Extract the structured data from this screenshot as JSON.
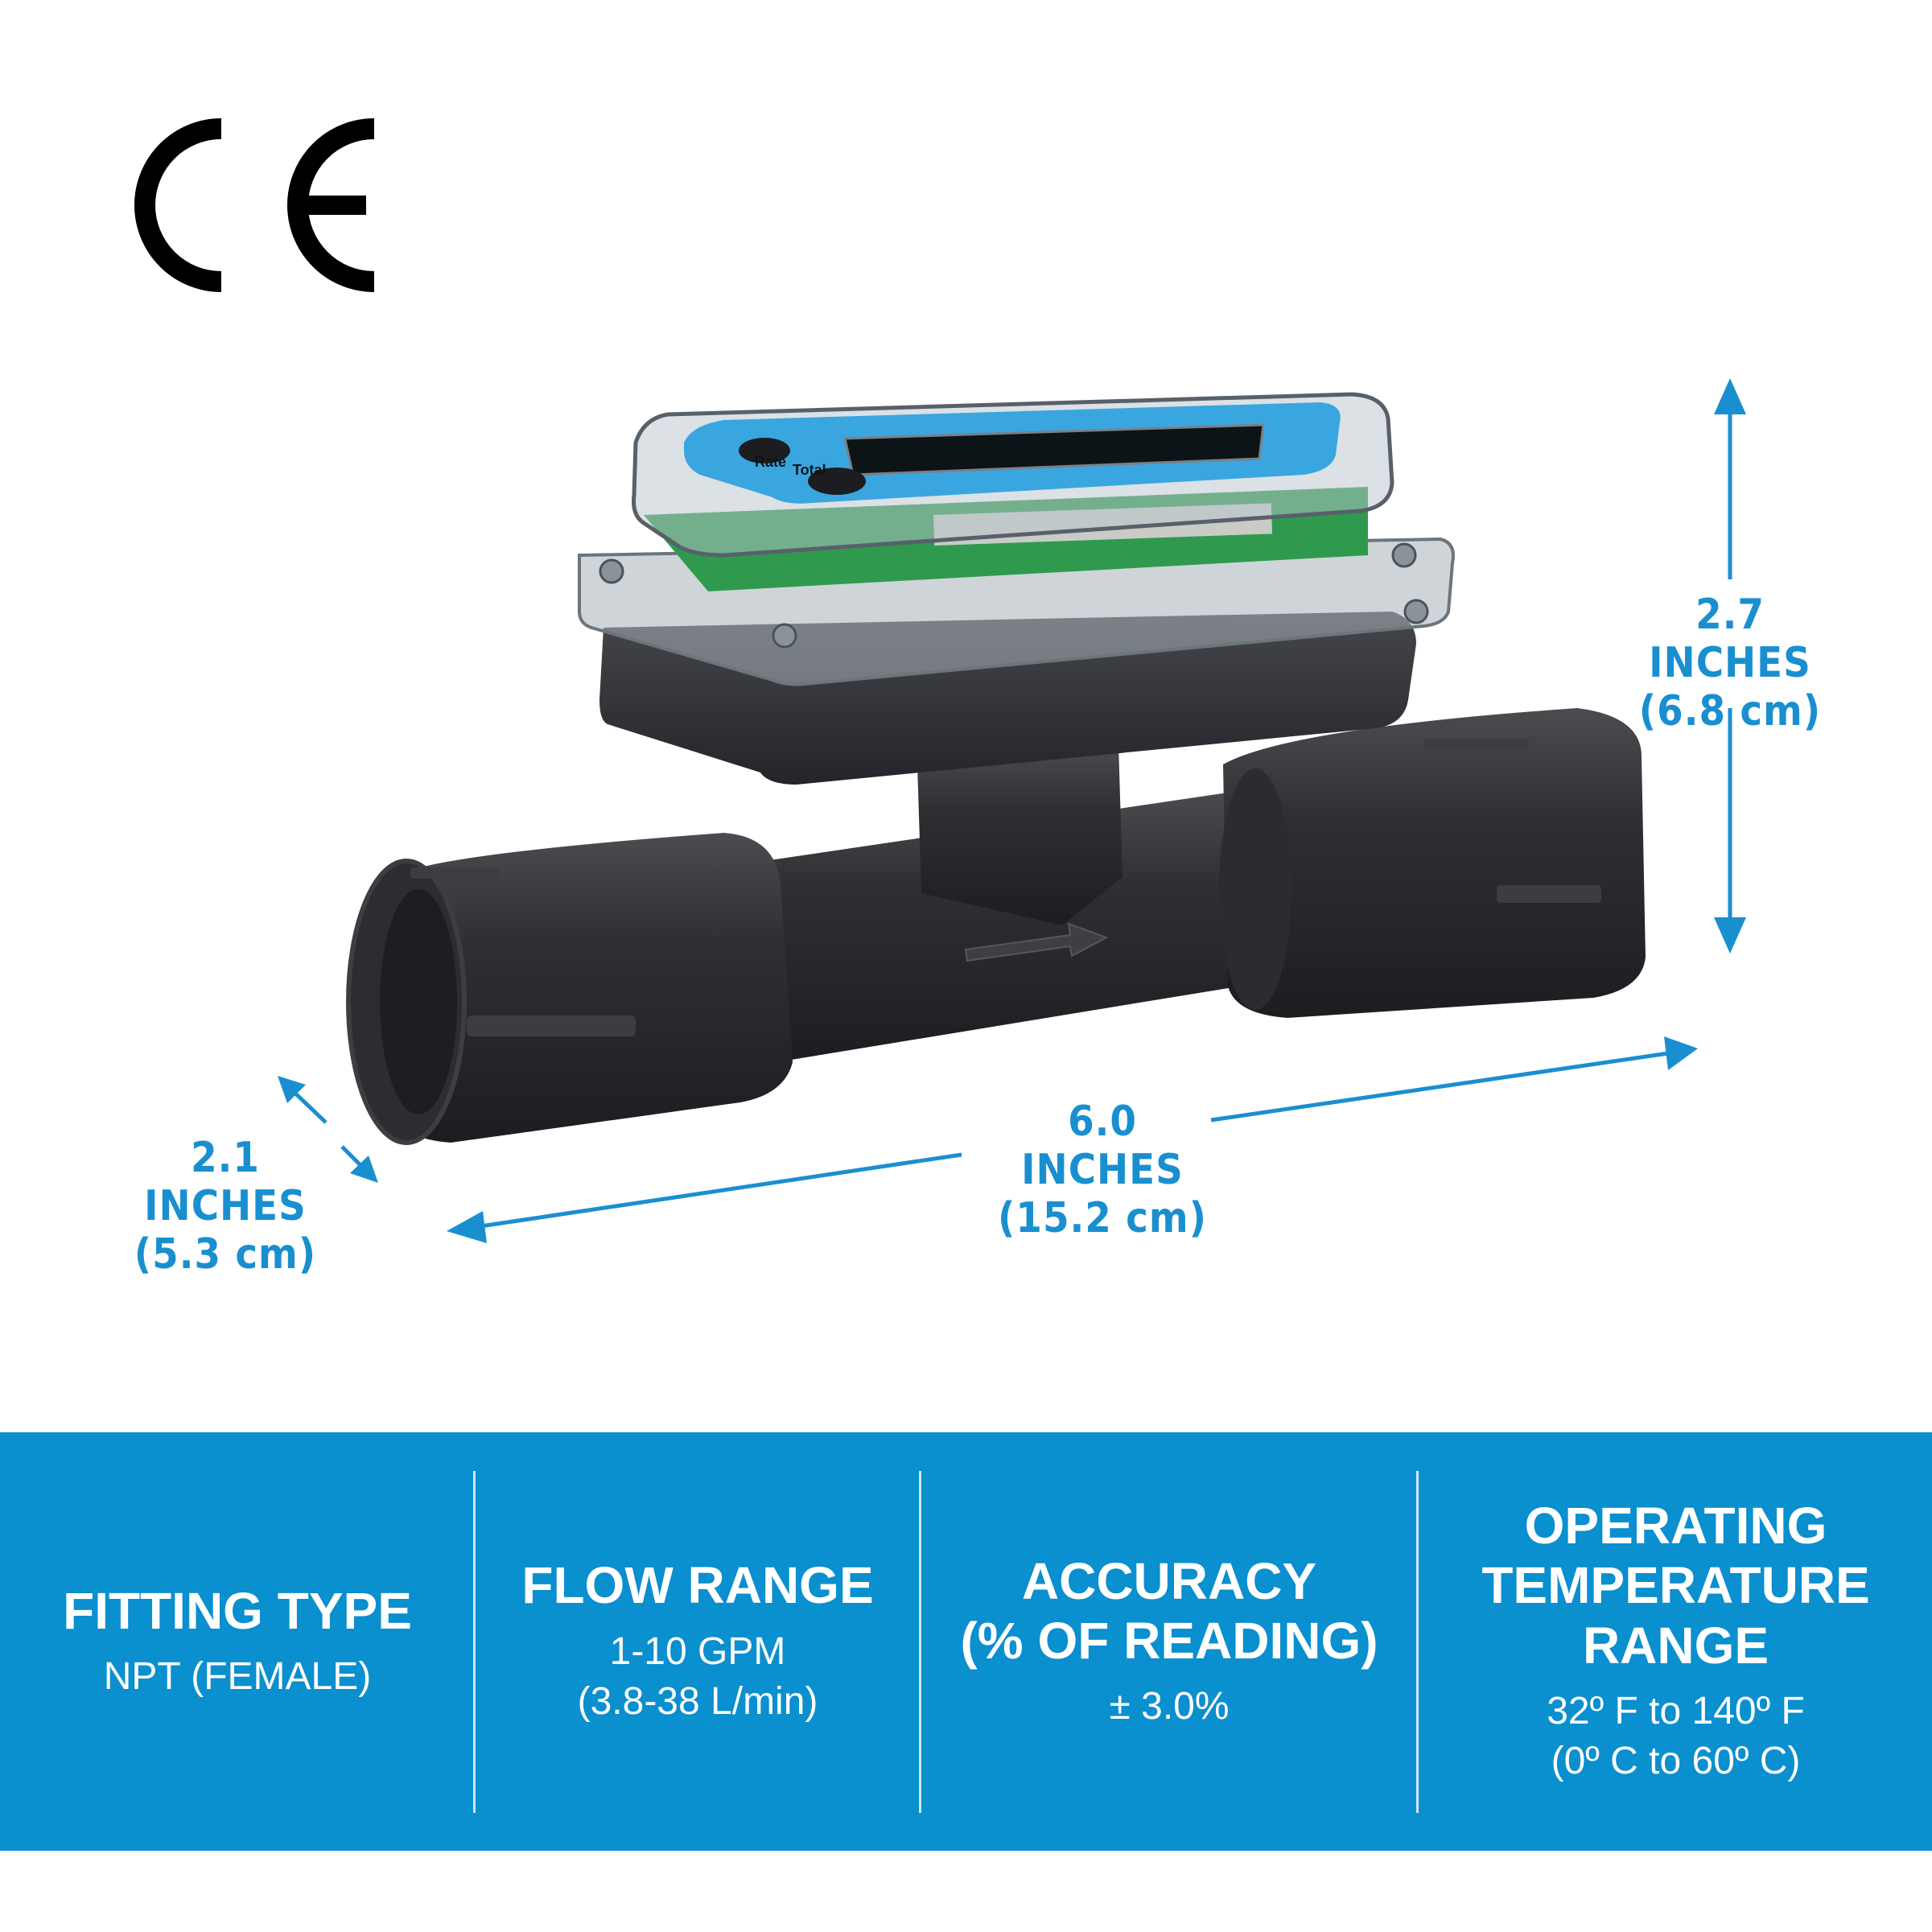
{
  "certification": {
    "mark": "CE"
  },
  "dimensions": {
    "height": {
      "imperial": "2.7 INCHES",
      "metric": "(6.8 cm)"
    },
    "length": {
      "imperial": "6.0 INCHES",
      "metric": "(15.2 cm)"
    },
    "width": {
      "imperial": "2.1 INCHES",
      "metric": "(5.3 cm)"
    }
  },
  "meter_display": {
    "button_top": "Rate",
    "button_bottom": "Total"
  },
  "colors": {
    "accent": "#0a8fcf",
    "dimension_text": "#1a8fd0",
    "meter_body": "#2e3034",
    "circuit_board": "#2f9a4e"
  },
  "specs": [
    {
      "title_lines": [
        "FITTING TYPE"
      ],
      "value_lines": [
        "NPT (FEMALE)"
      ]
    },
    {
      "title_lines": [
        "FLOW RANGE"
      ],
      "value_lines": [
        "1-10 GPM",
        "(3.8-38 L/min)"
      ]
    },
    {
      "title_lines": [
        "ACCURACY",
        "(% OF READING)"
      ],
      "value_lines": [
        "± 3.0%"
      ]
    },
    {
      "title_lines": [
        "OPERATING",
        "TEMPERATURE",
        "RANGE"
      ],
      "value_lines": [
        "32º F to 140º F",
        "(0º C to 60º C)"
      ]
    }
  ]
}
